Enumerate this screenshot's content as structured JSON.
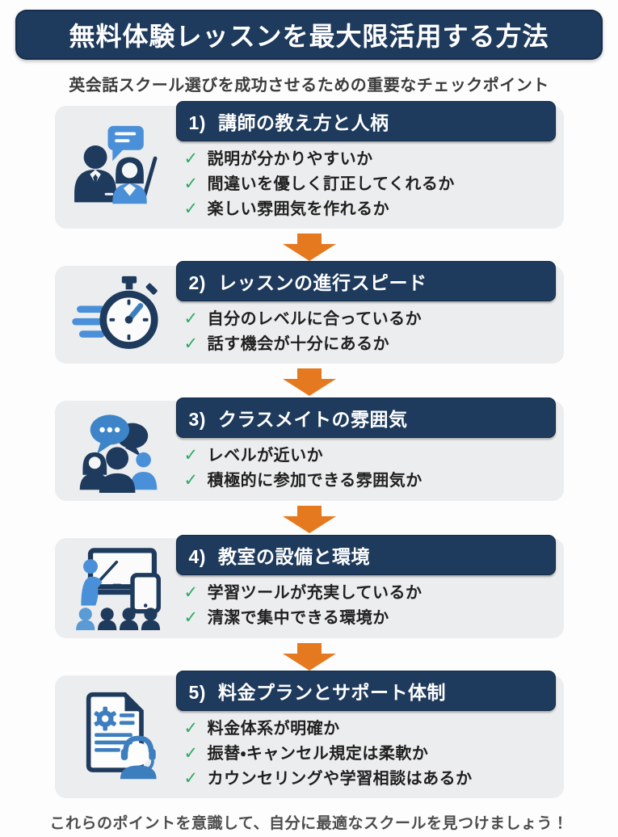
{
  "page": {
    "title": "無料体験レッスンを最大限活用する方法",
    "subtitle": "英会話スクール選びを成功させるための重要なチェックポイント",
    "footer": "これらのポイントを意識して、自分に最適なスクールを見つけましょう！"
  },
  "check_glyph": "✓",
  "colors": {
    "navy": "#1e3a5c",
    "light_blue": "#4a90d9",
    "mid_blue": "#3d7ebf",
    "orange": "#e5791f",
    "green": "#2ea866",
    "card_bg": "#ecedee"
  },
  "sections": [
    {
      "number": "1)",
      "title": "講師の教え方と人柄",
      "icon": "teachers-icon",
      "items": [
        "説明が分かりやすいか",
        "間違いを優しく訂正してくれるか",
        "楽しい雰囲気を作れるか"
      ]
    },
    {
      "number": "2)",
      "title": "レッスンの進行スピード",
      "icon": "stopwatch-icon",
      "items": [
        "自分のレベルに合っているか",
        "話す機会が十分にあるか"
      ]
    },
    {
      "number": "3)",
      "title": "クラスメイトの雰囲気",
      "icon": "group-chat-icon",
      "items": [
        "レベルが近いか",
        "積極的に参加できる雰囲気か"
      ]
    },
    {
      "number": "4)",
      "title": "教室の設備と環境",
      "icon": "classroom-icon",
      "items": [
        "学習ツールが充実しているか",
        "清潔で集中できる環境か"
      ]
    },
    {
      "number": "5)",
      "title": "料金プランとサポート体制",
      "icon": "pricing-support-icon",
      "items": [
        "料金体系が明確か",
        "振替・キャンセル規定は柔軟か",
        "カウンセリングや学習相談はあるか"
      ]
    }
  ]
}
